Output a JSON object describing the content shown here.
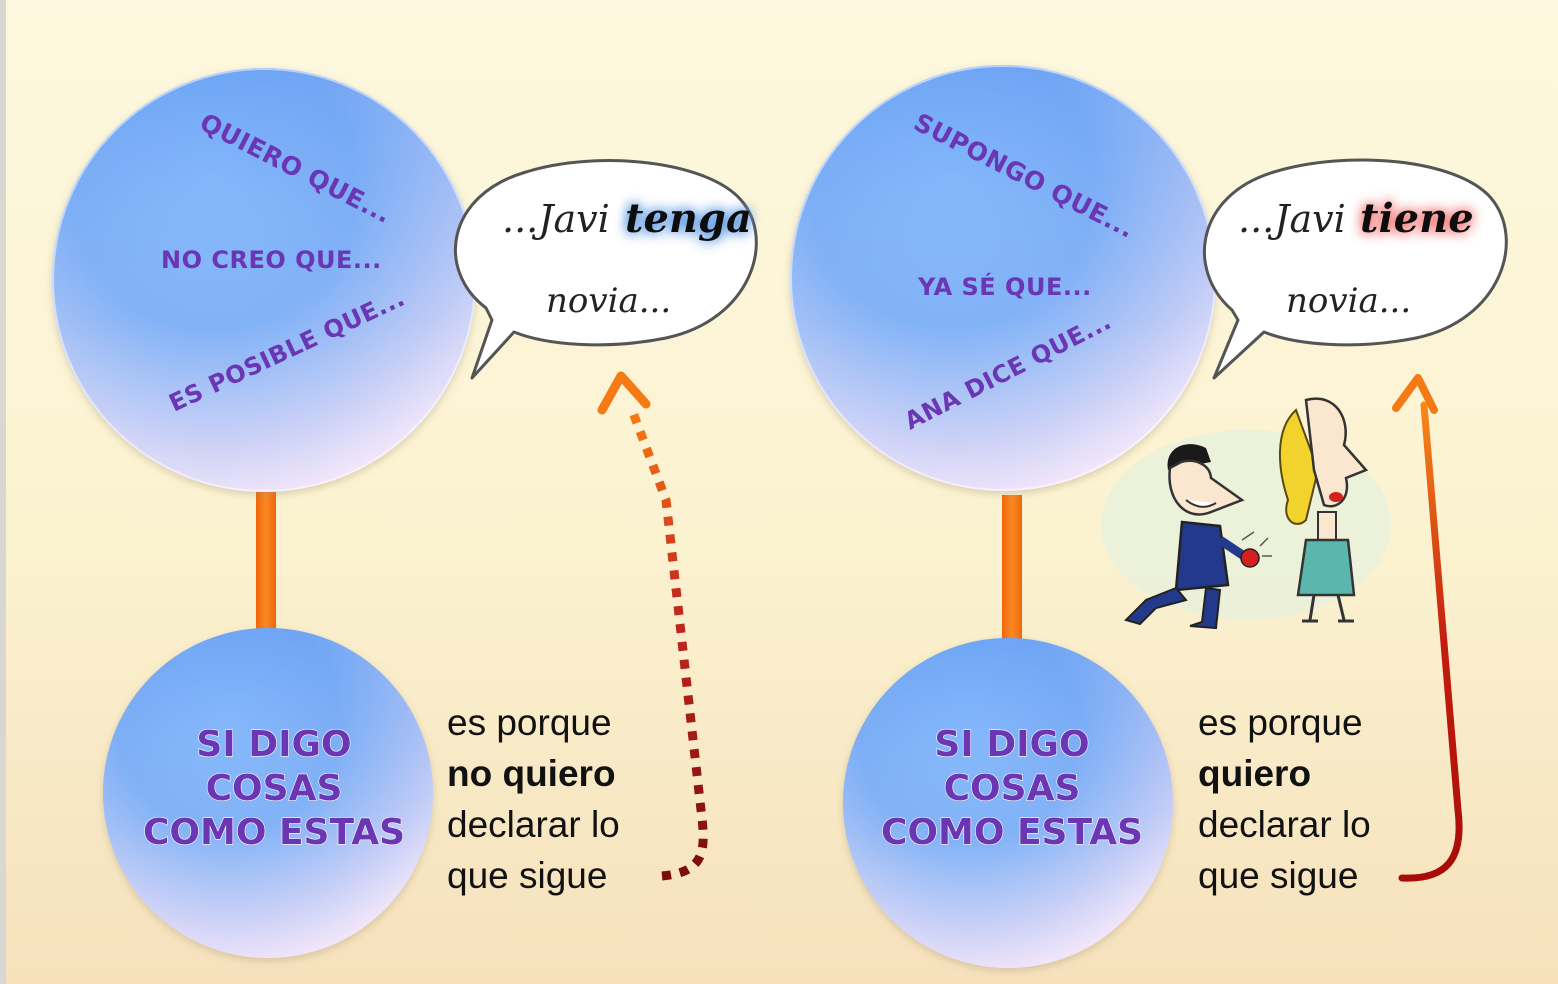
{
  "left_panel": {
    "top_circle": {
      "phrases": [
        "QUIERO QUE...",
        "NO CREO QUE...",
        "ES POSIBLE QUE..."
      ]
    },
    "bubble": {
      "prefix": "...Javi",
      "verb": "tenga",
      "suffix": "novia..."
    },
    "bottom_circle": {
      "lines": [
        "SI DIGO",
        "COSAS",
        "COMO ESTAS"
      ]
    },
    "explanation": {
      "line1": "es porque",
      "line2": "no quiero",
      "line3": "declarar lo",
      "line4": "que sigue"
    }
  },
  "right_panel": {
    "top_circle": {
      "phrases": [
        "SUPONGO QUE...",
        "YA SÉ QUE...",
        "ANA DICE QUE..."
      ]
    },
    "bubble": {
      "prefix": "...Javi",
      "verb": "tiene",
      "suffix": "novia..."
    },
    "bottom_circle": {
      "lines": [
        "SI DIGO",
        "COSAS",
        "COMO ESTAS"
      ]
    },
    "explanation": {
      "line1": "es porque",
      "line2": "quiero",
      "line3": "declarar lo",
      "line4": "que sigue"
    }
  },
  "colors": {
    "background_top": "#fdf8df",
    "background_bottom": "#f6e1bc",
    "circle_top": "#6aa3f5",
    "circle_bottom": "#f3e6fa",
    "phrase_text": "#6a36b4",
    "connector": "#f7780f",
    "tenga_glow": "#4d8fe0",
    "tiene_glow": "#f06a6a",
    "arrow_head": "#f47a16",
    "arrow_tail": "#7a0c0c"
  },
  "illustration": {
    "icon": "marriage-proposal-cartoon-icon"
  }
}
